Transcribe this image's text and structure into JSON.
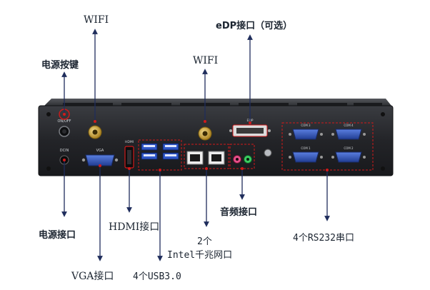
{
  "diagram": {
    "panel_labels": {
      "power_switch": "ON/OFF",
      "dc_in": "DCIN",
      "vga": "VGA",
      "hdmi": "HDMI",
      "edp": "EDP",
      "com1": "COM 1",
      "com2": "COM 2",
      "com3": "COM 3",
      "com4": "COM 4"
    },
    "callouts": {
      "wifi_left": "WIFI",
      "power_button": "电源按键",
      "wifi_center": "WIFI",
      "edp_optional": "eDP接口（可选）",
      "power_port": "电源接口",
      "hdmi_port": "HDMI接口",
      "lan_line1": "2个",
      "lan_line2": "Intel千兆网口",
      "audio_port": "音频接口",
      "rs232": "4个RS232串口",
      "vga_port": "VGA接口",
      "usb": "4个USB3.0"
    },
    "colors": {
      "callout_line": "#1f2d5c",
      "highlight": "#d11a1a",
      "chassis": "#2b2d31",
      "port_blue": "#3557b8",
      "antenna_gold": "#c9a23a"
    }
  }
}
